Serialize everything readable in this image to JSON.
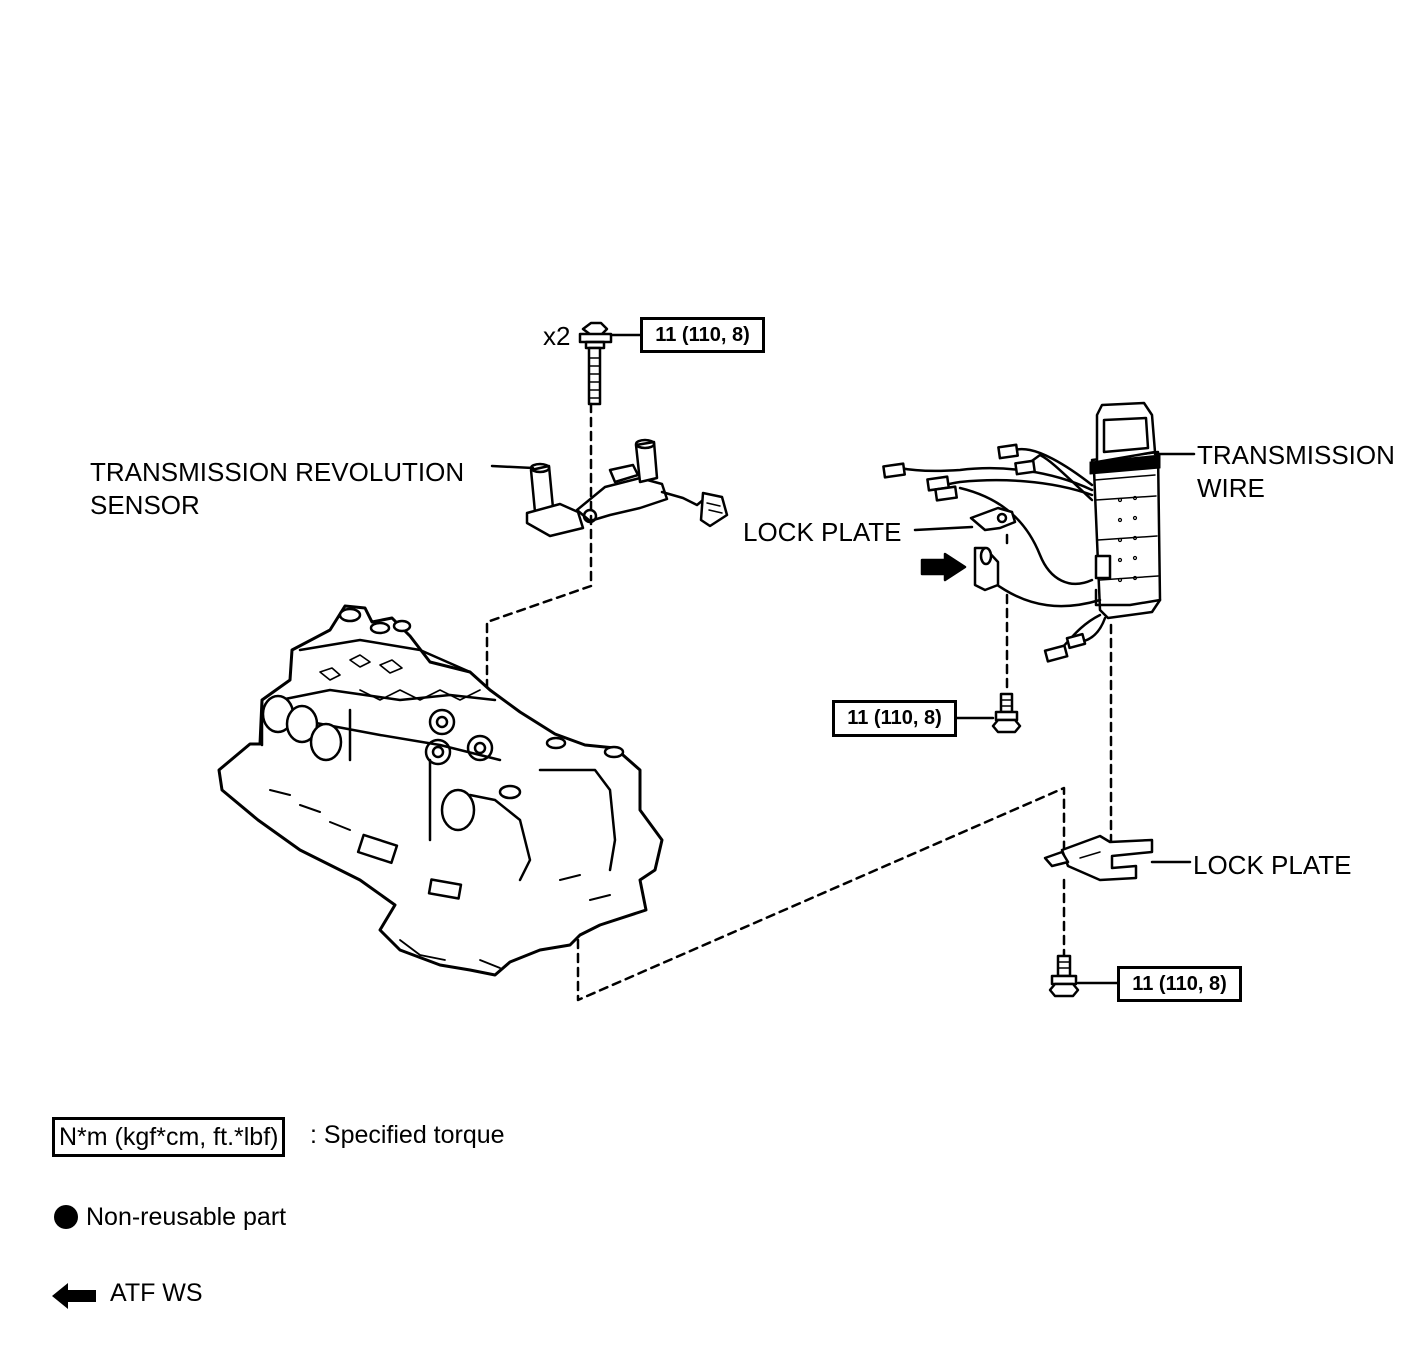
{
  "labels": {
    "multiplier": "x2",
    "sensor_line1": "TRANSMISSION REVOLUTION",
    "sensor_line2": "SENSOR",
    "wire_line1": "TRANSMISSION",
    "wire_line2": "WIRE",
    "lock_plate_upper": "LOCK PLATE",
    "lock_plate_lower": "LOCK PLATE"
  },
  "torque": {
    "sensor_bolt": "11 (110, 8)",
    "lock_plate_bolt": "11 (110, 8)",
    "bracket_bolt": "11 (110, 8)"
  },
  "legend": {
    "torque_box": "N*m (kgf*cm, ft.*lbf)",
    "torque_text": ": Specified torque",
    "nonreusable_text": "Non-reusable part",
    "atf_text": "ATF WS"
  },
  "icons": {
    "nonreusable": "filled-circle-icon",
    "atf": "left-arrow-icon"
  }
}
